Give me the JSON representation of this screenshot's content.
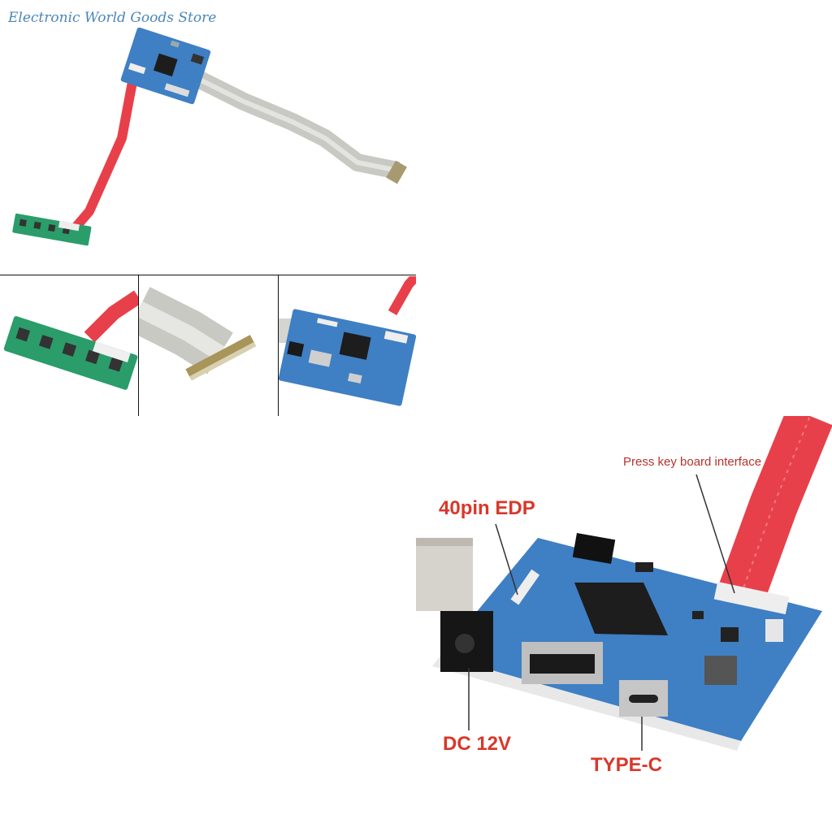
{
  "watermark": {
    "store_name": "Electronic World Goods Store"
  },
  "thumbnails": [
    {
      "subject": "key-board-with-red-ribbon"
    },
    {
      "subject": "flat-cable-connector"
    },
    {
      "subject": "driver-board"
    }
  ],
  "callouts": {
    "press_key": "Press key board interface",
    "edp": "40pin EDP",
    "dc": "DC 12V",
    "typec": "TYPE-C"
  },
  "colors": {
    "board_blue": "#3f7fc4",
    "key_board_green": "#2a9d6a",
    "ribbon_red": "#e8404a",
    "cable_silver": "#c9c9c4",
    "label_red": "#d8382a",
    "store_blue": "#4a86b8"
  }
}
